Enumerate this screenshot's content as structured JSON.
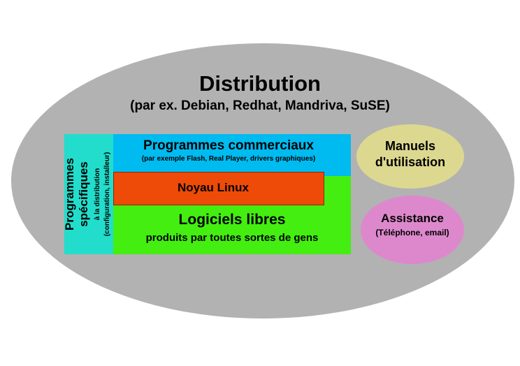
{
  "distribution": {
    "title": "Distribution",
    "subtitle": "(par ex. Debian, Redhat, Mandriva, SuSE)"
  },
  "specific_programs": {
    "line1": "Programmes",
    "line2": "spécifiques",
    "line3": "à la distribution",
    "line4": "(configuration, installeur)"
  },
  "commercial": {
    "title": "Programmes commerciaux",
    "subtitle": "(par exemple Flash, Real Player, drivers graphiques)"
  },
  "kernel": {
    "title": "Noyau Linux"
  },
  "free_software": {
    "title": "Logiciels libres",
    "subtitle": "produits par toutes sortes de gens"
  },
  "manuals": {
    "line1": "Manuels",
    "line2": "d'utilisation"
  },
  "assistance": {
    "title": "Assistance",
    "subtitle": "(Téléphone, email)"
  },
  "colors": {
    "distribution": "#b2b2b2",
    "specific": "#22ddcc",
    "commercial": "#00bbf0",
    "kernel": "#ee4a08",
    "free": "#44ee11",
    "manuals": "#ddd890",
    "assistance": "#dd88cc"
  }
}
